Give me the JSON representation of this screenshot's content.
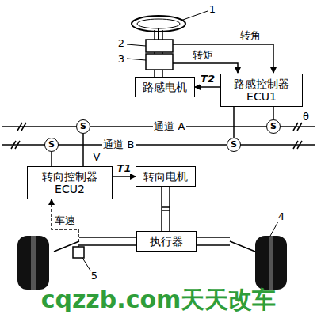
{
  "diagram": {
    "nodes": [
      {
        "text": [
          "路感电机"
        ]
      },
      {
        "text": [
          "路感控制器 ECU1"
        ]
      },
      {
        "text": [
          "S"
        ]
      },
      {
        "text": [
          "S"
        ]
      },
      {
        "text": [
          "S"
        ]
      },
      {
        "text": [
          "S"
        ]
      },
      {
        "text": [
          "转向控制器 ECU2"
        ]
      },
      {
        "text": [
          "转向电机"
        ]
      },
      {
        "text": [
          "执行器"
        ]
      }
    ],
    "edges": [
      {
        "from": 1,
        "to": 0,
        "arrow": "to",
        "label": "T2"
      },
      {
        "from": 6,
        "to": 7,
        "arrow": "to",
        "label": "T1"
      },
      {
        "from": 3,
        "to": 1,
        "arrow": "none"
      },
      {
        "from": 5,
        "to": 1,
        "arrow": "none"
      },
      {
        "from": 2,
        "to": 6,
        "arrow": "none"
      },
      {
        "from": 4,
        "to": 6,
        "arrow": "none"
      }
    ],
    "labels": [
      "1",
      "2",
      "3",
      "转角",
      "转矩",
      "通道 A",
      "θ",
      "通道 B",
      "V",
      "车速",
      "4",
      "5",
      "cqzzb.com天天改车"
    ]
  }
}
